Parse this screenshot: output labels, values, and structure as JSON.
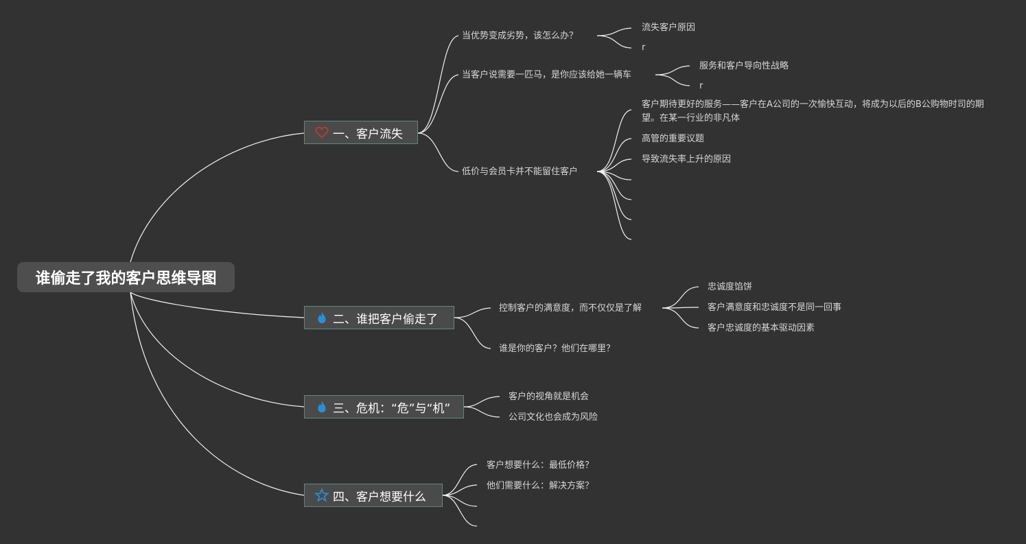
{
  "title": "谁偷走了我的客户思维导图",
  "branches": [
    {
      "label": "一、客户流失",
      "icon": "heart-icon",
      "children": [
        {
          "label": "当优势变成劣势，该怎么办？",
          "children": [
            "流失客户原因",
            "r"
          ]
        },
        {
          "label": "当客户说需要一匹马，是你应该给她一辆车",
          "children": [
            "服务和客户导向性战略",
            "r"
          ]
        },
        {
          "label": "低价与会员卡并不能留住客户",
          "children": [
            "客户期待更好的服务——客户在A公司的一次愉快互动，将成为以后的B公购物时司的期望。在某一行业的非凡体",
            "高管的重要议题",
            "导致流失率上升的原因",
            "",
            "",
            "",
            ""
          ]
        }
      ]
    },
    {
      "label": "二、谁把客户偷走了",
      "icon": "fire-icon",
      "children": [
        {
          "label": "控制客户的满意度，而不仅仅是了解",
          "children": [
            "忠诚度馅饼",
            "客户满意度和忠诚度不是同一回事",
            "客户忠诚度的基本驱动因素"
          ]
        },
        {
          "label": "谁是你的客户？他们在哪里？",
          "children": []
        }
      ]
    },
    {
      "label": "三、危机：“危”与“机”",
      "icon": "fire-icon",
      "children": [
        {
          "label": "客户的视角就是机会",
          "children": []
        },
        {
          "label": "公司文化也会成为风险",
          "children": []
        }
      ]
    },
    {
      "label": "四、客户想要什么",
      "icon": "star-icon",
      "children": [
        {
          "label": "客户想要什么：最低价格？",
          "children": []
        },
        {
          "label": "他们需要什么：解决方案？",
          "children": []
        },
        {
          "label": "",
          "children": []
        },
        {
          "label": "",
          "children": []
        }
      ]
    }
  ],
  "colors": {
    "background": "#323232",
    "branch_border": "#5d8a80",
    "heart": "#c0392b",
    "fire": "#2a8fd8",
    "star": "#2a8fd8"
  }
}
